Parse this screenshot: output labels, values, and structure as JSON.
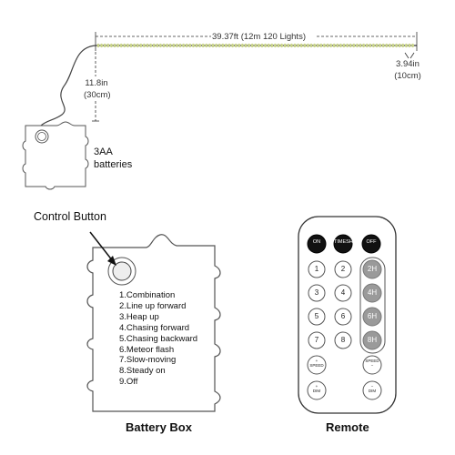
{
  "top_diagram": {
    "length_label": "39.37ft (12m 120 Lights)",
    "lead_label_line1": "11.8in",
    "lead_label_line2": "(30cm)",
    "spacing_label_line1": "3.94in",
    "spacing_label_line2": "(10cm)",
    "battery_label_line1": "3AA",
    "battery_label_line2": "batteries"
  },
  "battery_box": {
    "control_button_label": "Control Button",
    "modes": [
      "1.Combination",
      "2.Line up forward",
      "3.Heap up",
      "4.Chasing forward",
      "5.Chasing backward",
      "6.Meteor flash",
      "7.Slow-moving",
      "8.Steady on",
      "9.Off"
    ],
    "caption": "Battery Box"
  },
  "remote": {
    "caption": "Remote",
    "top_buttons": [
      "ON",
      "TIMESHUT",
      "OFF"
    ],
    "number_rows": [
      [
        "1",
        "2"
      ],
      [
        "3",
        "4"
      ],
      [
        "5",
        "6"
      ],
      [
        "7",
        "8"
      ]
    ],
    "timer_buttons": [
      "2H",
      "4H",
      "6H",
      "8H"
    ],
    "speed_up": "+\nSPEED",
    "speed_down": "SPEED\n−",
    "dim_up": "+\nDIM",
    "dim_down": "−\nDIM"
  },
  "colors": {
    "wire": "#444444",
    "led": "#c9d48a",
    "remote_body": "#ffffff",
    "dark_button": "#111111",
    "grey_button": "#9a9a9a"
  }
}
